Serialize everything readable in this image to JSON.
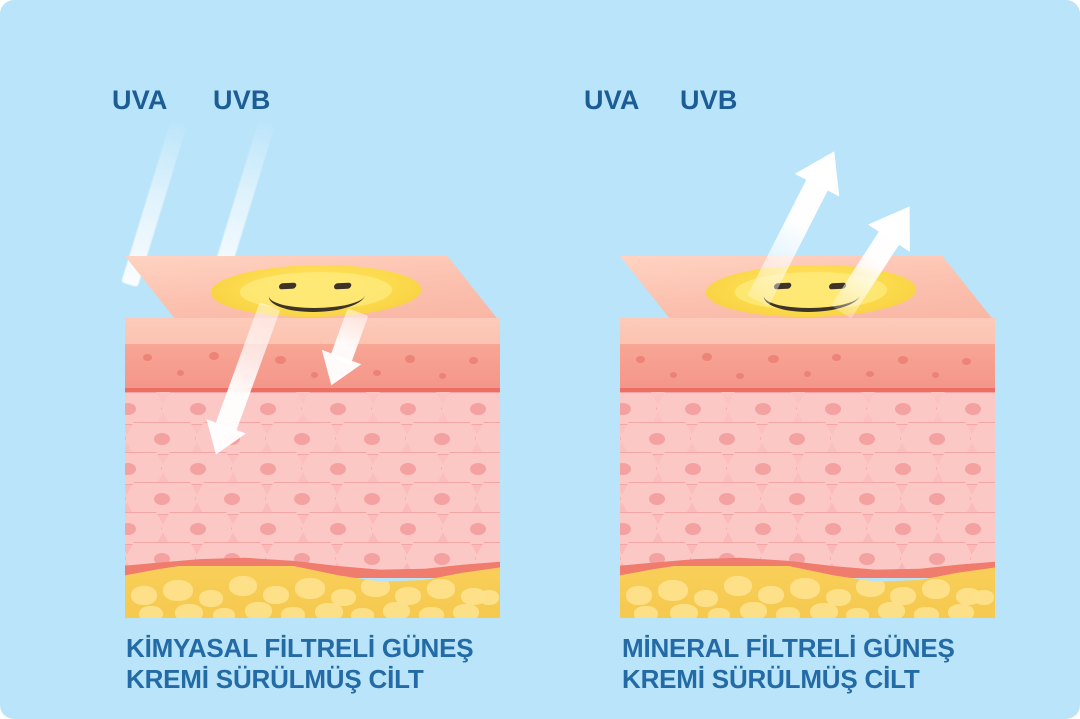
{
  "background_color": "#b9e4fa",
  "label_color": "#1d5d96",
  "caption_color": "#246ba5",
  "panels": [
    {
      "id": "chemical",
      "ray_labels": {
        "uva": "UVA",
        "uvb": "UVB"
      },
      "caption_line1": "KİMYASAL FİLTRELİ GÜNEŞ",
      "caption_line2": "KREMİ SÜRÜLMÜŞ CİLT",
      "behavior": "absorbed-and-penetrating",
      "sunscreen_color": "#fbd94b"
    },
    {
      "id": "mineral",
      "ray_labels": {
        "uva": "UVA",
        "uvb": "UVB"
      },
      "caption_line1": "MİNERAL FİLTRELİ GÜNEŞ",
      "caption_line2": "KREMİ SÜRÜLMÜŞ CİLT",
      "behavior": "reflected",
      "sunscreen_color": "#fbd94b"
    }
  ],
  "skin_layers": [
    {
      "name": "stratum-corneum",
      "color": "#fcc3b1"
    },
    {
      "name": "epidermis",
      "color": "#f4958a"
    },
    {
      "name": "basal-layer",
      "color": "#ec6f62"
    },
    {
      "name": "dermis",
      "color": "#fbc3c1"
    },
    {
      "name": "subcutaneous-fat",
      "color": "#f6c94f"
    }
  ]
}
